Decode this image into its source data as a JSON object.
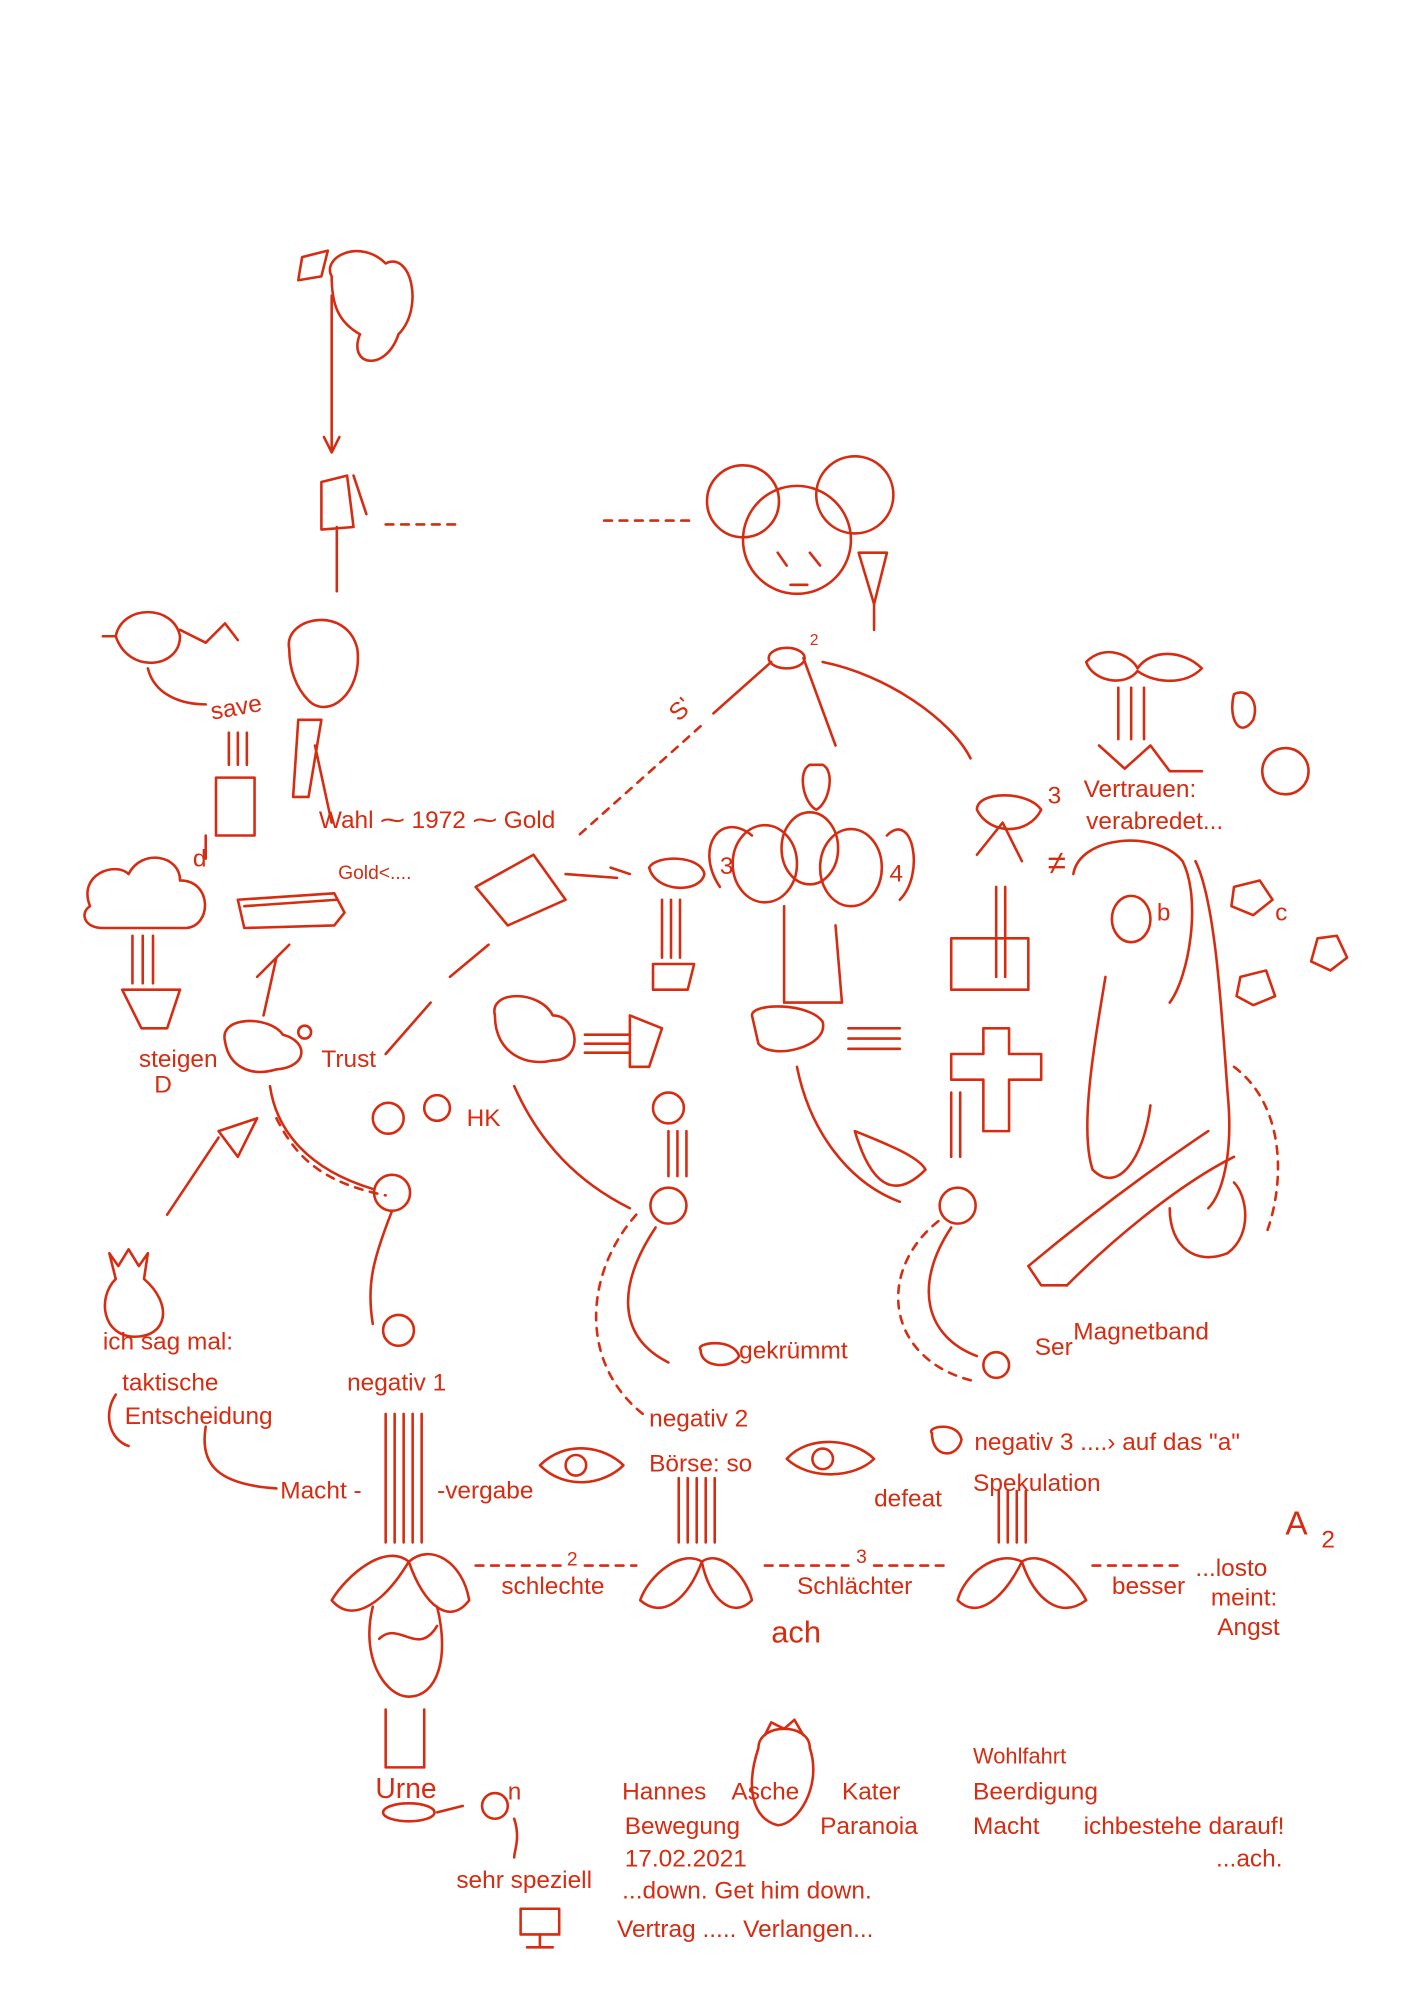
{
  "ink_color": "#d62c12",
  "labels": {
    "save": "save",
    "wahl": "Wahl ⁓ 1972 ⁓ Gold",
    "gold_back": "Gold<....",
    "d_small": "d",
    "vertrauen": "Vertrauen:",
    "verabredet": "verabredet...",
    "num3_top": "3",
    "num4": "4",
    "num3_left": "3",
    "not_equal": "≠",
    "b": "b",
    "c": "c",
    "steigen": "steigen",
    "D": "D",
    "trust": "Trust",
    "hk": "HK",
    "s_prime": "S'",
    "num2_top": "2",
    "ich_sag_mal": "ich sag mal:",
    "taktische": "taktische",
    "entscheidung": "Entscheidung",
    "negativ1": "negativ 1",
    "gekruemmt": "gekrümmt",
    "ser": "Ser",
    "magnetband": "Magnetband",
    "negativ2": "negativ 2",
    "negativ3": "negativ 3 ....› auf das \"a\"",
    "boerse": "Börse: so",
    "spekulation": "Spekulation",
    "defeat": "defeat",
    "macht_1": "Macht -",
    "vergabe": "-vergabe",
    "num2_mid": "2",
    "schlechte": "schlechte",
    "num3_mid": "3",
    "schlaechter": "Schlächter",
    "ach": "ach",
    "besser": "besser",
    "losto": "...losto",
    "meint": "meint:",
    "angst": "Angst",
    "A": "A",
    "A_sub": "2",
    "urne": "Urne",
    "n": "n",
    "sehr_speziell": "sehr speziell",
    "hannes": "Hannes",
    "asche": "Asche",
    "kater": "Kater",
    "wohlfahrt": "Wohlfahrt",
    "beerdigung": "Beerdigung",
    "bewegung": "Bewegung",
    "date": "17.02.2021",
    "paranoia": "Paranoia",
    "macht_2": "Macht",
    "ichbestehe": "ichbestehe darauf!",
    "ach_end": "...ach.",
    "down": "...down. Get him down.",
    "vertrag": "Vertrag ..... Verlangen..."
  }
}
